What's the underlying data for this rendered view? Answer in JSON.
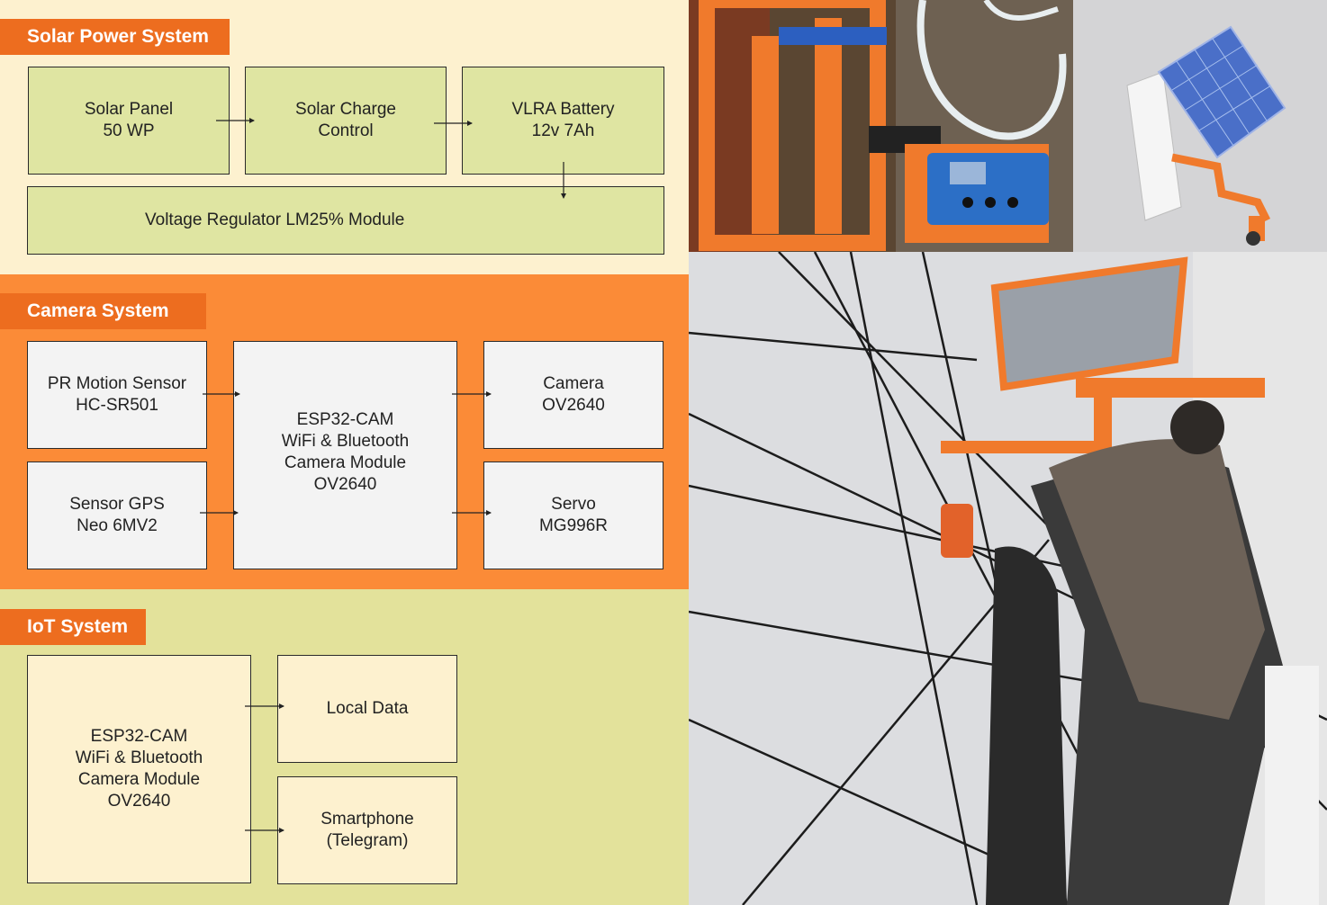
{
  "colors": {
    "power_bg": "#fdf1cf",
    "camera_bg": "#fb8b37",
    "iot_bg": "#e3e29b",
    "title_bg": "#ed6d1f",
    "box_green": "#dfe5a2",
    "box_grey": "#f3f3f3",
    "box_cream": "#fdf1cf"
  },
  "power": {
    "title": "Solar Power System",
    "solar_panel": [
      "Solar Panel",
      "50 WP"
    ],
    "charge_control": [
      "Solar Charge",
      "Control"
    ],
    "battery": [
      "VLRA Battery",
      "12v 7Ah"
    ],
    "regulator": "Voltage Regulator LM25% Module"
  },
  "camera": {
    "title": "Camera System",
    "pir": [
      "PR Motion Sensor",
      "HC-SR501"
    ],
    "gps": [
      "Sensor GPS",
      "Neo 6MV2"
    ],
    "esp32": [
      "ESP32-CAM",
      "WiFi & Bluetooth",
      "Camera Module",
      "OV2640"
    ],
    "camera": [
      "Camera",
      "OV2640"
    ],
    "servo": [
      "Servo",
      "MG996R"
    ]
  },
  "iot": {
    "title": "IoT System",
    "esp32": [
      "ESP32-CAM",
      "WiFi & Bluetooth",
      "Camera Module",
      "OV2640"
    ],
    "local_data": "Local Data",
    "smartphone": [
      "Smartphone",
      "(Telegram)"
    ]
  },
  "photos": {
    "controller": "hardware-controller-photo",
    "render": "solar-mount-render",
    "install": "pole-installation-photo"
  }
}
